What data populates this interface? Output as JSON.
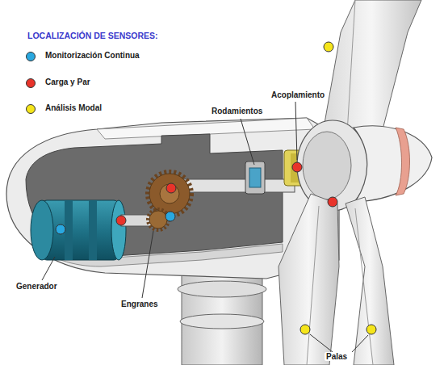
{
  "diagram": {
    "title": "LOCALIZACIÓN DE SENSORES:",
    "labels": [
      "Acoplamiento",
      "Rodamientos",
      "Generador",
      "Engranes",
      "Palas"
    ],
    "legend": [
      {
        "text": "Monitorización Continua",
        "color": "#29a8e0"
      },
      {
        "text": "Carga y Par",
        "color": "#e8332a"
      },
      {
        "text": "Análisis Modal",
        "color": "#f5e51b"
      }
    ]
  }
}
